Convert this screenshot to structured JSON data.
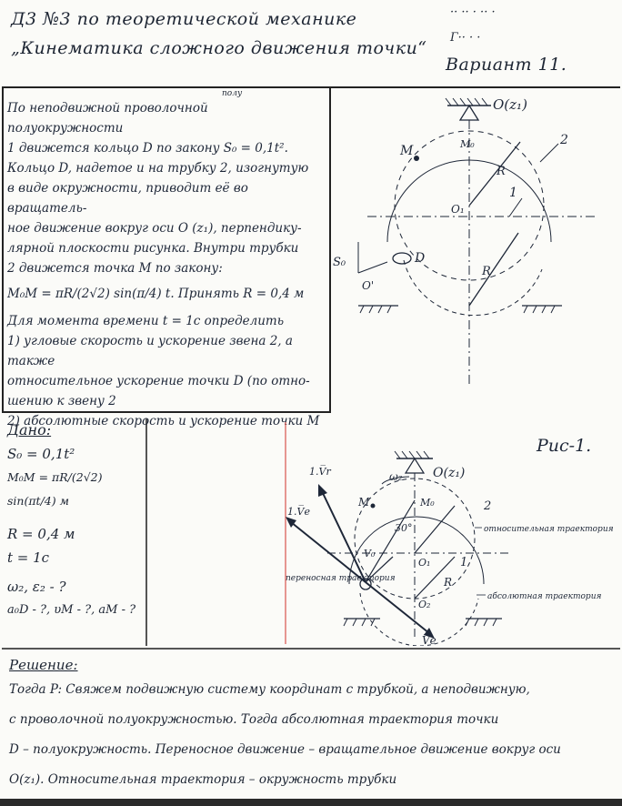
{
  "header": {
    "line1": "Д3 №3 по теоретической механике",
    "line2": "„Кинематика сложного движения точки“",
    "student_line1": "·· ·· · ·· ·",
    "student_line2": "Г·· · ·",
    "variant": "Вариант 11."
  },
  "problem": {
    "lines": [
      "По неподвижной проволочной полуокружности",
      "1 движется кольцо D по закону S₀ = 0,1t².",
      "Кольцо D, надетое и на трубку 2, изогнутую",
      "в виде окружности, приводит её во вращатель-",
      "ное движение вокруг оси O (z₁), перпендику-",
      "лярной плоскости рисунка. Внутри трубки",
      "2 движется точка M по закону:",
      "M₀M = πR/(2√2) sin(π/4) t. Принять R = 0,4 м",
      "Для момента времени t = 1c определить",
      "1) угловые скорость и ускорение звена 2, а также",
      "относительное ускорение точки D (по отно-",
      "шению к звену 2",
      "2) абсолютные скорость и ускорение точки M"
    ],
    "superscript_note": "полу"
  },
  "given": {
    "title": "Дано:",
    "lines": [
      "S₀ = 0,1t²",
      "M₀M = πR/(2√2) sin(πt/4) м",
      "R = 0,4 м",
      "t = 1c",
      "ω₂, ε₂ - ?",
      "a₀D - ?, υM - ?, aM - ?"
    ]
  },
  "figure_top": {
    "labels": {
      "axis": "O(z₁)",
      "m": "M",
      "m0": "M₀",
      "o1": "O₁",
      "one": "1",
      "two": "2",
      "r": "R",
      "d": "D",
      "s0": "S₀",
      "oprime": "O'"
    }
  },
  "figure_bottom": {
    "caption": "Рис-1.",
    "labels": {
      "axis": "O(z₁)",
      "w2": "ω₂",
      "m": "M",
      "m0": "M₀",
      "angle": "30°",
      "v0": "V₀",
      "o1": "O₁",
      "o2": "O₂",
      "one": "1",
      "two": "2",
      "r": "R",
      "vr": "1.V̅r",
      "ve_left": "1.V̅e",
      "ve_bottom": "V̅e",
      "rel_traj": "относительная траектория",
      "transfer_traj": "переносная траектория",
      "abs_traj": "абсолютная траектория"
    }
  },
  "solution": {
    "title": "Решение:",
    "lines": [
      "Тогда P: Свяжем подвижную систему координат с трубкой, а неподвижную,",
      "с проволочной полуокружностью. Тогда абсолютная траектория точки",
      "D – полуокружность. Переносное движение – вращательное движение вокруг оси",
      "O(z₁). Относительная траектория – окружность трубки"
    ]
  },
  "colors": {
    "ink": "#1e2738",
    "paper": "#fbfbf8",
    "red_line": "#d9534f"
  }
}
